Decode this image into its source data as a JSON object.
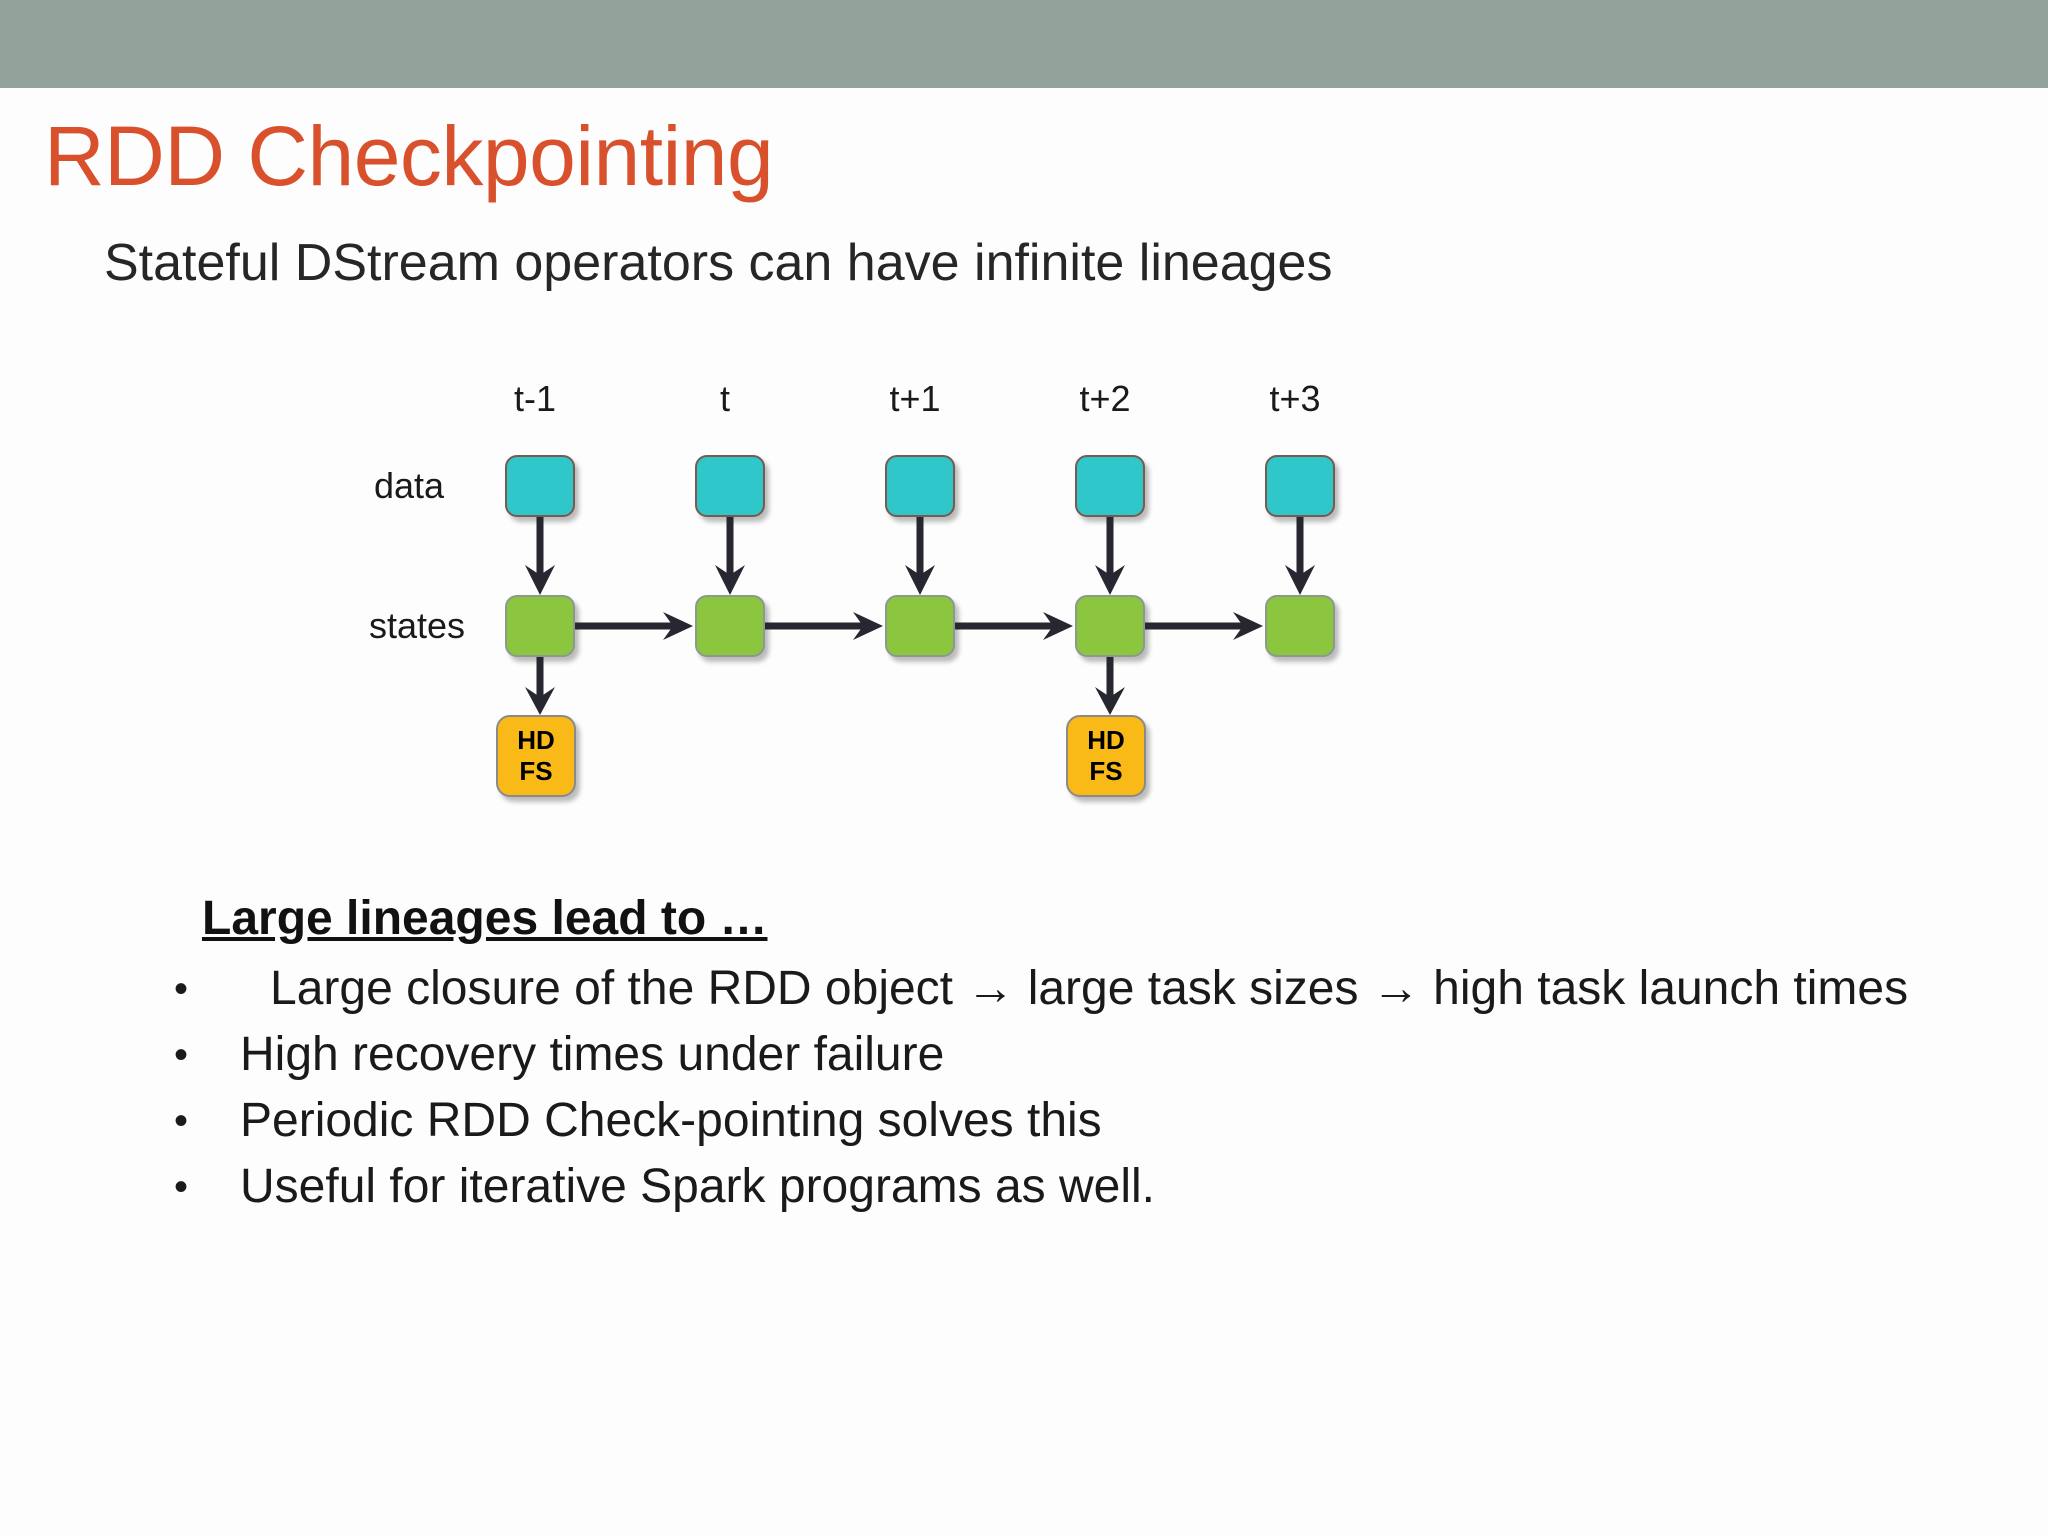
{
  "slide": {
    "top_bar_color": "#93a29b",
    "title": "RDD Checkpointing",
    "title_color": "#d9512c",
    "subtitle": "Stateful DStream operators can have infinite lineages"
  },
  "diagram": {
    "row_labels": {
      "data": "data",
      "states": "states"
    },
    "time_labels": [
      "t-1",
      "t",
      "t+1",
      "t+2",
      "t+3"
    ],
    "node_colors": {
      "data": "#2fc7c9",
      "state": "#8cc63e",
      "hdfs": "#f9ba17"
    },
    "hdfs_label": "HDFS",
    "hdfs_under": [
      "t-1",
      "t+2"
    ],
    "columns": [
      {
        "time": "t-1",
        "data_node": true,
        "state_node": true,
        "hdfs_node": true
      },
      {
        "time": "t",
        "data_node": true,
        "state_node": true,
        "hdfs_node": false
      },
      {
        "time": "t+1",
        "data_node": true,
        "state_node": true,
        "hdfs_node": false
      },
      {
        "time": "t+2",
        "data_node": true,
        "state_node": true,
        "hdfs_node": true
      },
      {
        "time": "t+3",
        "data_node": true,
        "state_node": true,
        "hdfs_node": false
      }
    ]
  },
  "content": {
    "lead_in": "Large lineages lead to …",
    "bullets": [
      "Large closure of the RDD object → large task sizes → high task launch times",
      "High recovery times under failure",
      "Periodic RDD Check-pointing solves this",
      "Useful for iterative Spark programs as well."
    ],
    "bullet_marker": "•"
  }
}
